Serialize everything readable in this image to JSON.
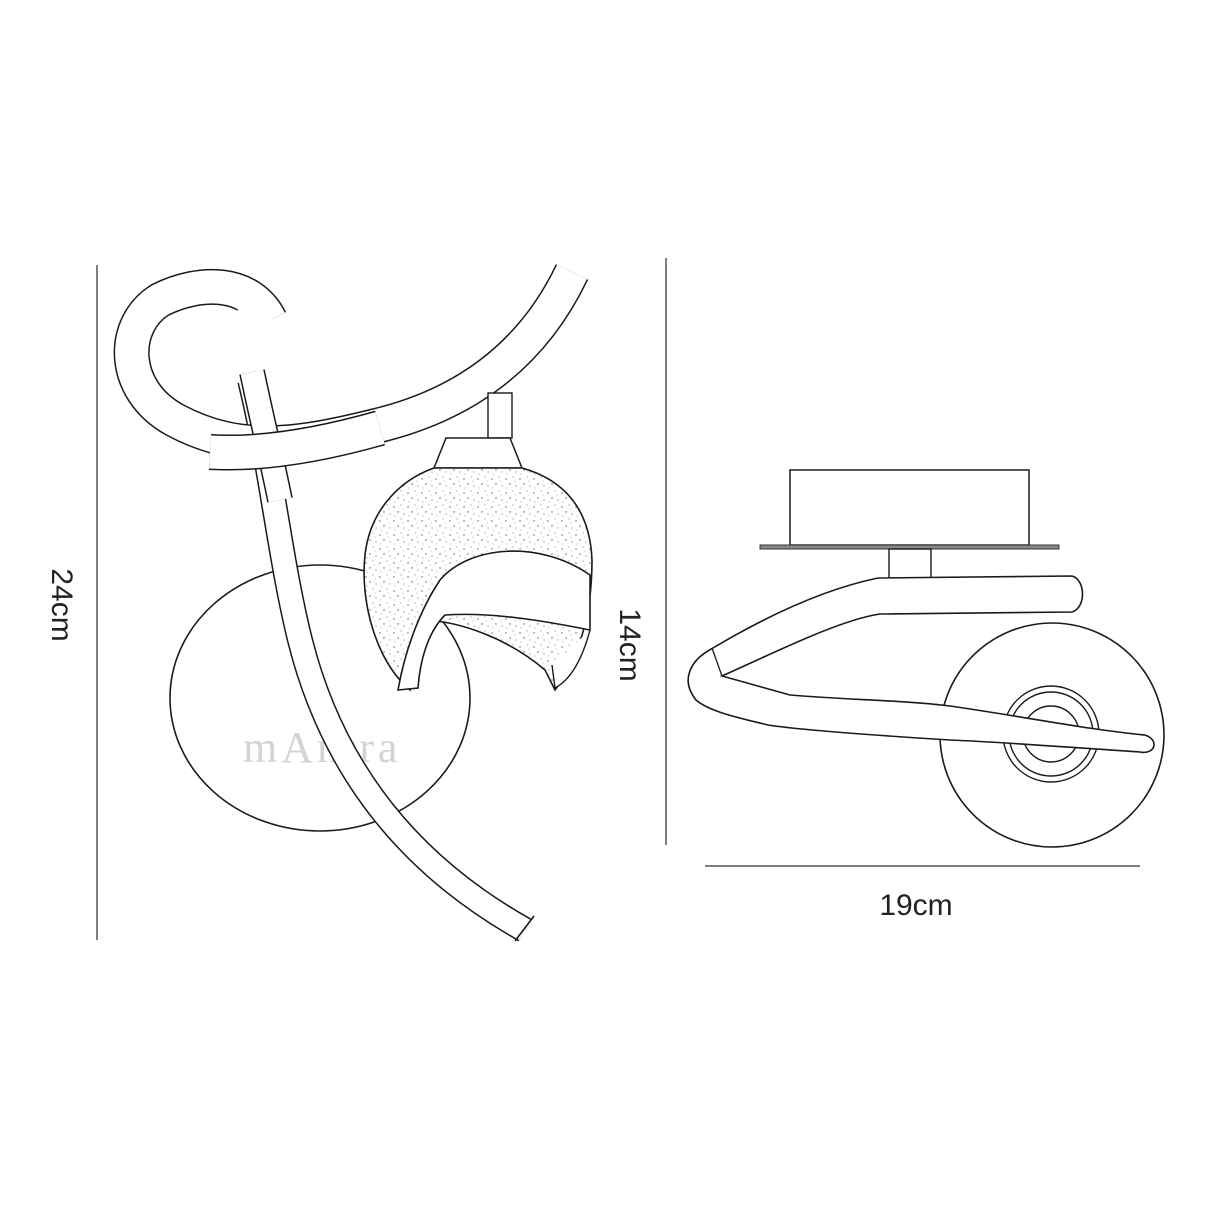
{
  "diagram": {
    "front_view": {
      "height_label": "24cm",
      "watermark": "mAntra"
    },
    "side_view": {
      "height_label": "14cm",
      "width_label": "19cm"
    },
    "line_color": "#1a1a1a",
    "dimension_line_color": "#555555"
  }
}
